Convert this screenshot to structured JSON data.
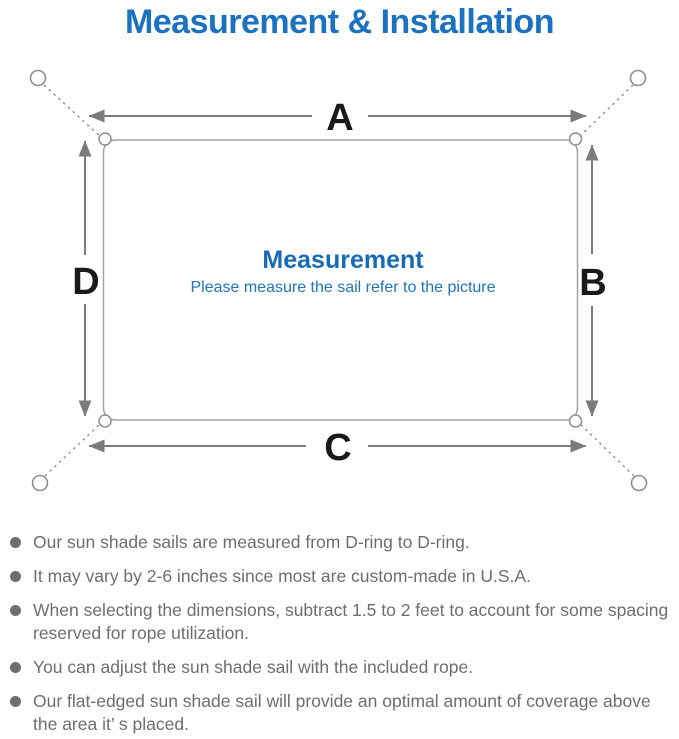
{
  "page": {
    "title": "Measurement & Installation"
  },
  "diagram": {
    "label_a": "A",
    "label_b": "B",
    "label_c": "C",
    "label_d": "D",
    "center_heading": "Measurement",
    "center_subtitle": "Please measure the sail refer to the picture"
  },
  "notes": [
    "Our sun shade sails are measured from D-ring to D-ring.",
    "It may vary by 2-6 inches since most are custom-made in U.S.A.",
    "When selecting the dimensions, subtract 1.5 to 2 feet to account for some spacing reserved for rope utilization.",
    "You can adjust the sun shade sail with the included rope.",
    "Our flat-edged sun shade sail will provide an optimal amount of coverage above the area it’ s placed."
  ],
  "colors": {
    "title_blue": "#1a72c0",
    "heading_blue": "#176cb5",
    "subtitle_blue": "#2176bd",
    "label_black": "#1a1a1a",
    "arrow_gray": "#7b7b7b",
    "outline_gray": "#a2a2a2",
    "rope_gray": "#8f8f8f",
    "note_gray": "#6e6e6e"
  }
}
